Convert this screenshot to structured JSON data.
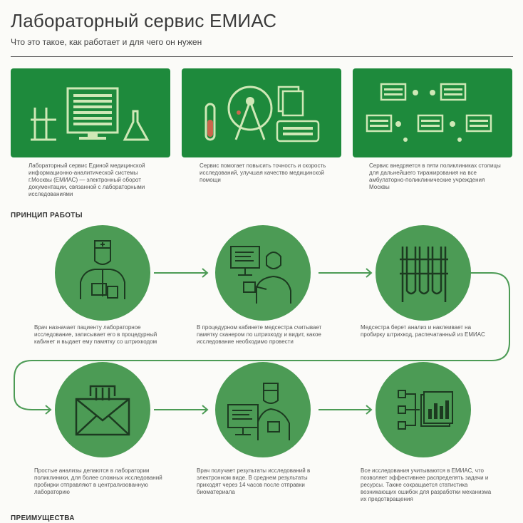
{
  "header": {
    "title": "Лабораторный сервис ЕМИАС",
    "subtitle": "Что это такое, как работает и для чего он нужен"
  },
  "panels": [
    {
      "caption": "Лабораторный сервис Единой медицинской информационно-аналитической системы г.Москвы (ЕМИАС) — электронный оборот документации, связанной с лабораторными исследованиями"
    },
    {
      "caption": "Сервис помогает повысить точность и скорость исследований, улучшая качество медицинской помощи"
    },
    {
      "caption": "Сервис внедряется в пяти поликлиниках столицы для дальнейшего тиражирования на все амбулаторно-поликлинические учреждения Москвы"
    }
  ],
  "sections": {
    "principle": "ПРИНЦИП РАБОТЫ",
    "advantages": "ПРЕИМУЩЕСТВА"
  },
  "steps": [
    {
      "caption": "Врач назначает пациенту лабораторное исследование, записывает его в процедурный кабинет и выдает ему памятку со штрихкодом"
    },
    {
      "caption": "В процедурном кабинете медсестра считывает памятку сканером по штрихкоду и видит, какое исследование необходимо провести"
    },
    {
      "caption": "Медсестра берет анализ и наклеивает на пробирку штрихкод, распечатанный из ЕМИАС"
    },
    {
      "caption": "Простые анализы делаются в лаборатории поликлиники, для более сложных исследований пробирки отправляют в централизованную лабораторию"
    },
    {
      "caption": "Врач получает результаты исследований в электронном виде. В среднем результаты приходят через 14 часов после отправки биоматериала"
    },
    {
      "caption": "Все исследования учитываются в ЕМИАС, что позволяет эффективнее распределять задачи и ресурсы. Также сокращается статистика возникающих ошибок для разработки механизма их предотвращения"
    }
  ],
  "colors": {
    "panel": "#1e8a3c",
    "circle": "#4c9b55",
    "line": "#4c9b55"
  }
}
